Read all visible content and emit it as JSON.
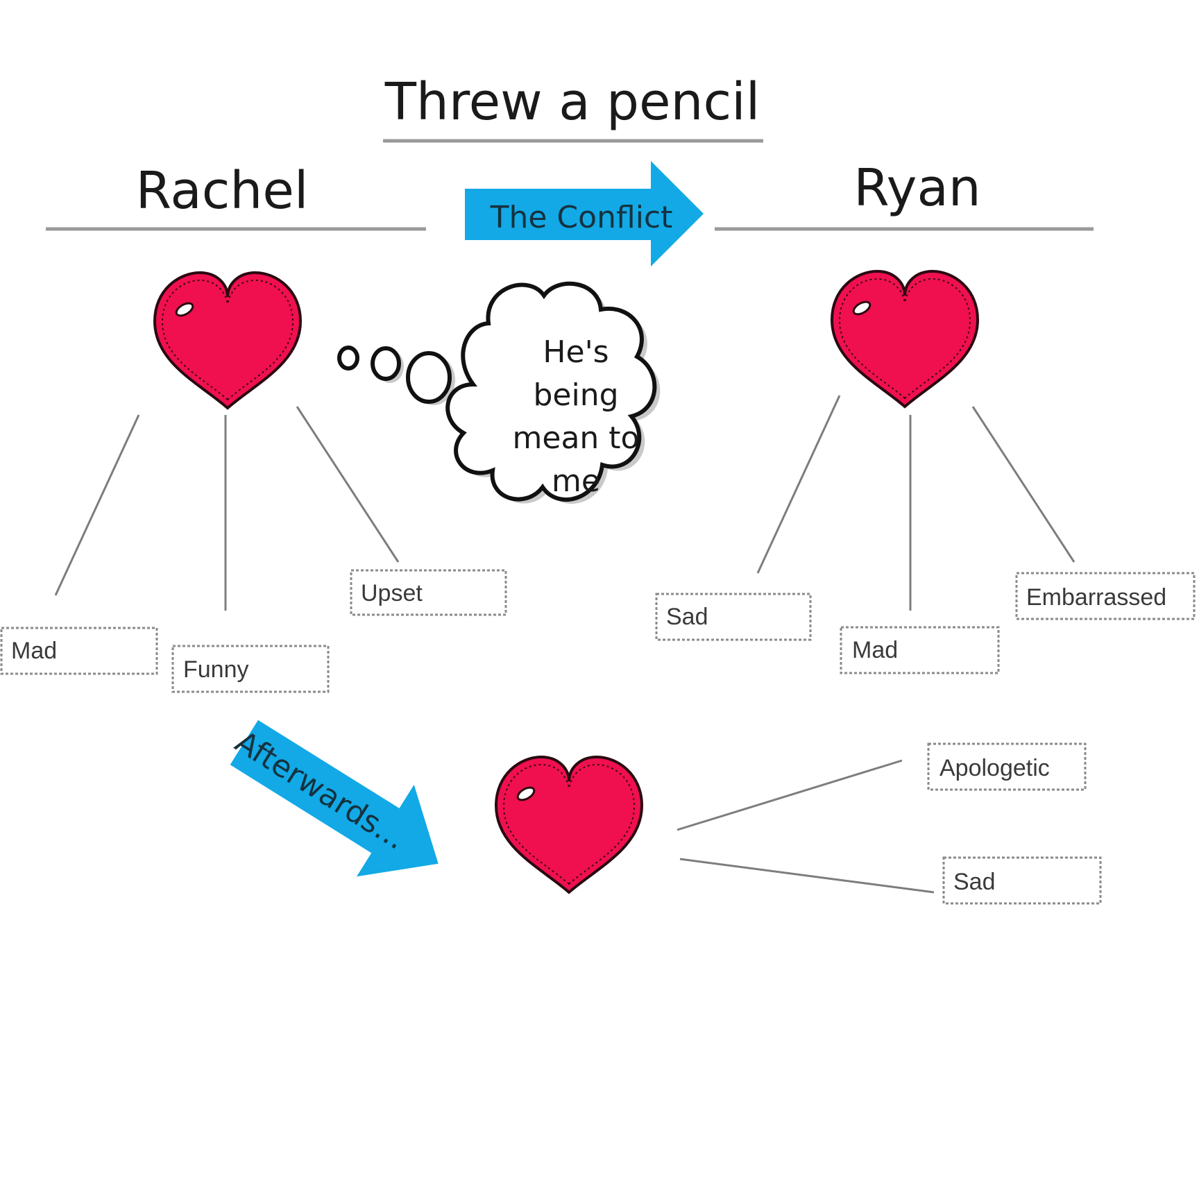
{
  "title": "Threw a pencil",
  "left_person": "Rachel",
  "right_person": "Ryan",
  "conflict_arrow": "The Conflict",
  "afterwards_arrow": "Afterwards...",
  "thought_bubble": [
    "He's",
    "being",
    "mean to",
    "me"
  ],
  "rachel_feelings": [
    "Mad",
    "Funny",
    "Upset"
  ],
  "ryan_feelings": [
    "Sad",
    "Mad",
    "Embarrassed"
  ],
  "afterwards_feelings": [
    "Apologetic",
    "Sad"
  ],
  "colors": {
    "heart": "#f0104f",
    "arrow": "#12a9e6"
  },
  "icons": [
    "heart-icon",
    "thought-bubble-icon",
    "arrow-right-icon"
  ]
}
